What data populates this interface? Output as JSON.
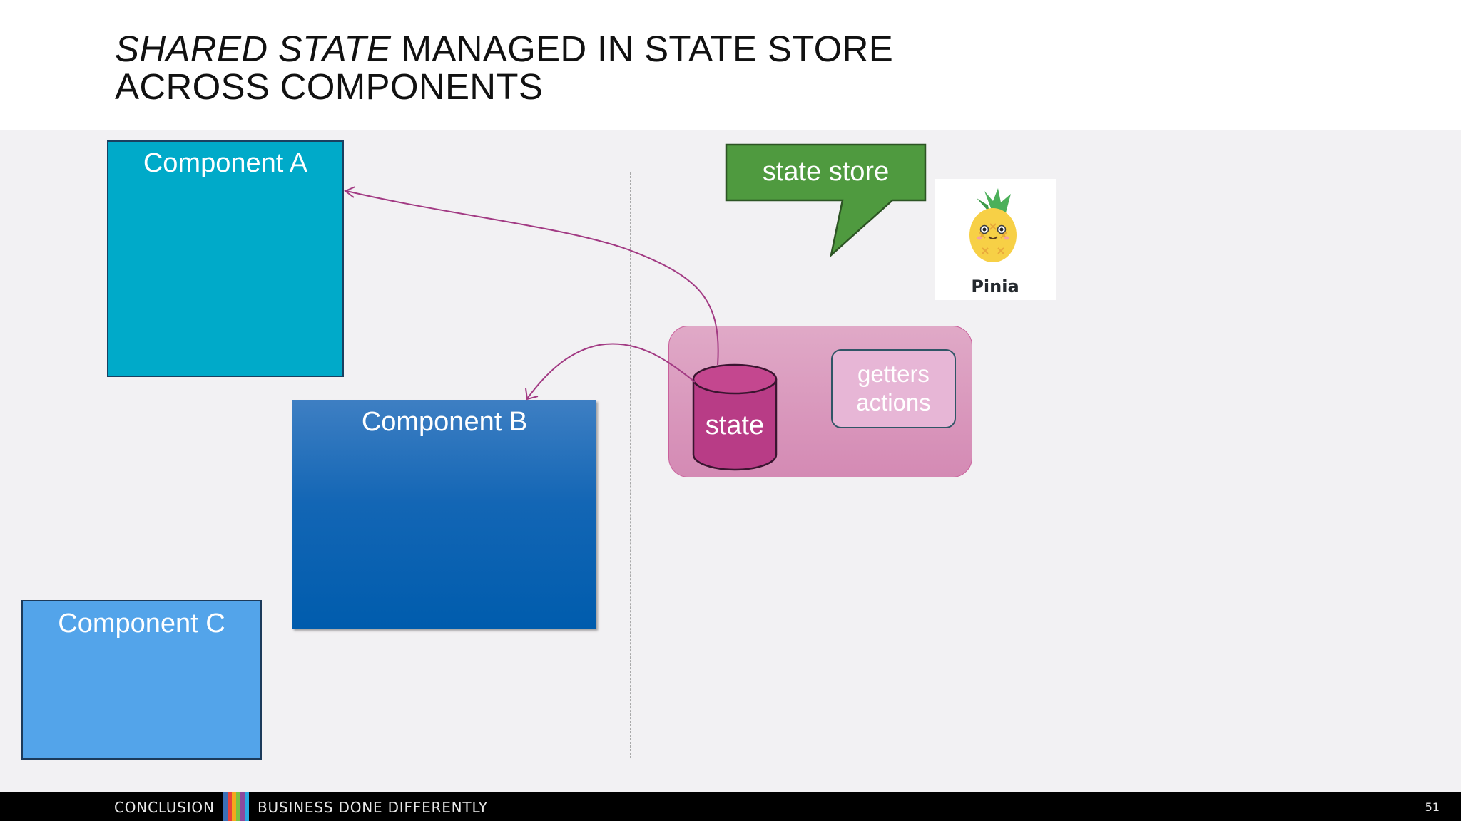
{
  "title": {
    "line1_italic": "SHARED STATE",
    "line1_rest": " MANAGED IN STATE STORE",
    "line2": "ACROSS COMPONENTS"
  },
  "components": {
    "a": "Component A",
    "b": "Component B",
    "c": "Component C"
  },
  "store": {
    "callout": "state store",
    "state": "state",
    "getters": "getters",
    "actions": "actions"
  },
  "pinia": {
    "label": "Pinia",
    "icon": "pinia-pineapple-logo"
  },
  "footer": {
    "left": "CONCLUSION",
    "right": "BUSINESS DONE DIFFERENTLY",
    "page": "51",
    "stripe_colors": [
      "#3b6fb6",
      "#e7413c",
      "#f4a81d",
      "#7cc242",
      "#8b4a9c",
      "#2aa9e0"
    ]
  },
  "colors": {
    "component_a": "#00aac9",
    "component_b": "#0a63b1",
    "component_c": "#53a4ea",
    "store_box": "#d999bd",
    "callout": "#4f9a3f",
    "state_cylinder": "#b83c86",
    "arrow": "#a23a83"
  }
}
